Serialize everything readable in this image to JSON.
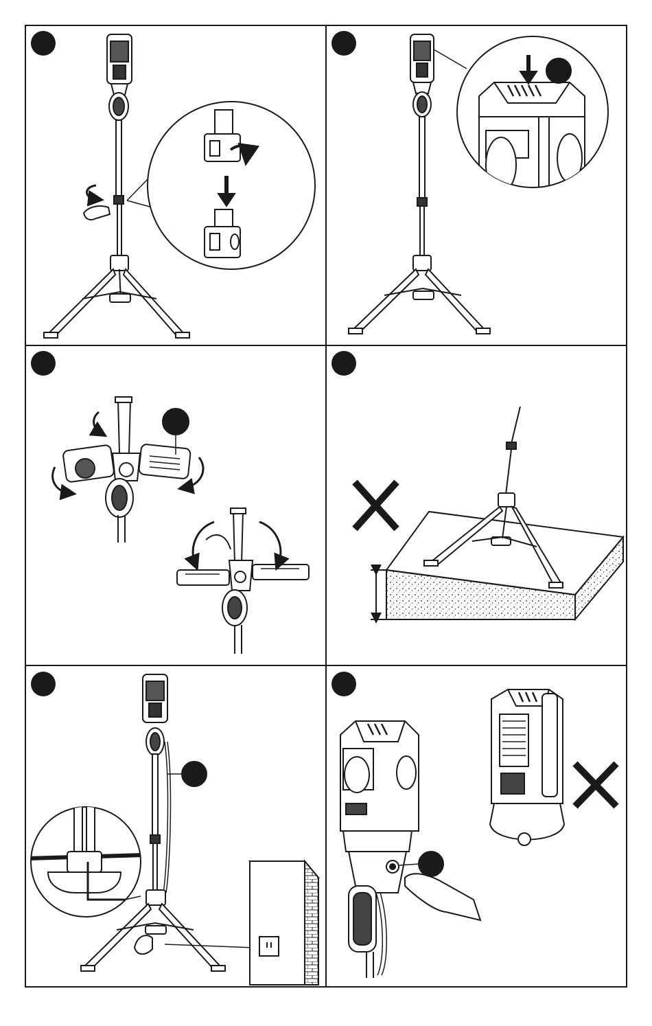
{
  "title": "",
  "panels": [
    {
      "id": "panel-1",
      "step_label": "",
      "callouts": []
    },
    {
      "id": "panel-2",
      "step_label": "",
      "callouts": [
        ""
      ]
    },
    {
      "id": "panel-3",
      "step_label": "",
      "callouts": [
        ""
      ]
    },
    {
      "id": "panel-4",
      "step_label": "",
      "callouts": [],
      "marks": [
        "prohibited-x"
      ]
    },
    {
      "id": "panel-5",
      "step_label": "",
      "callouts": [
        ""
      ]
    },
    {
      "id": "panel-6",
      "step_label": "",
      "callouts": [
        ""
      ],
      "marks": [
        "prohibited-x"
      ]
    }
  ],
  "colors": {
    "line": "#1a1a1a",
    "fill": "#ffffff",
    "badge": "#1a1a1a"
  }
}
